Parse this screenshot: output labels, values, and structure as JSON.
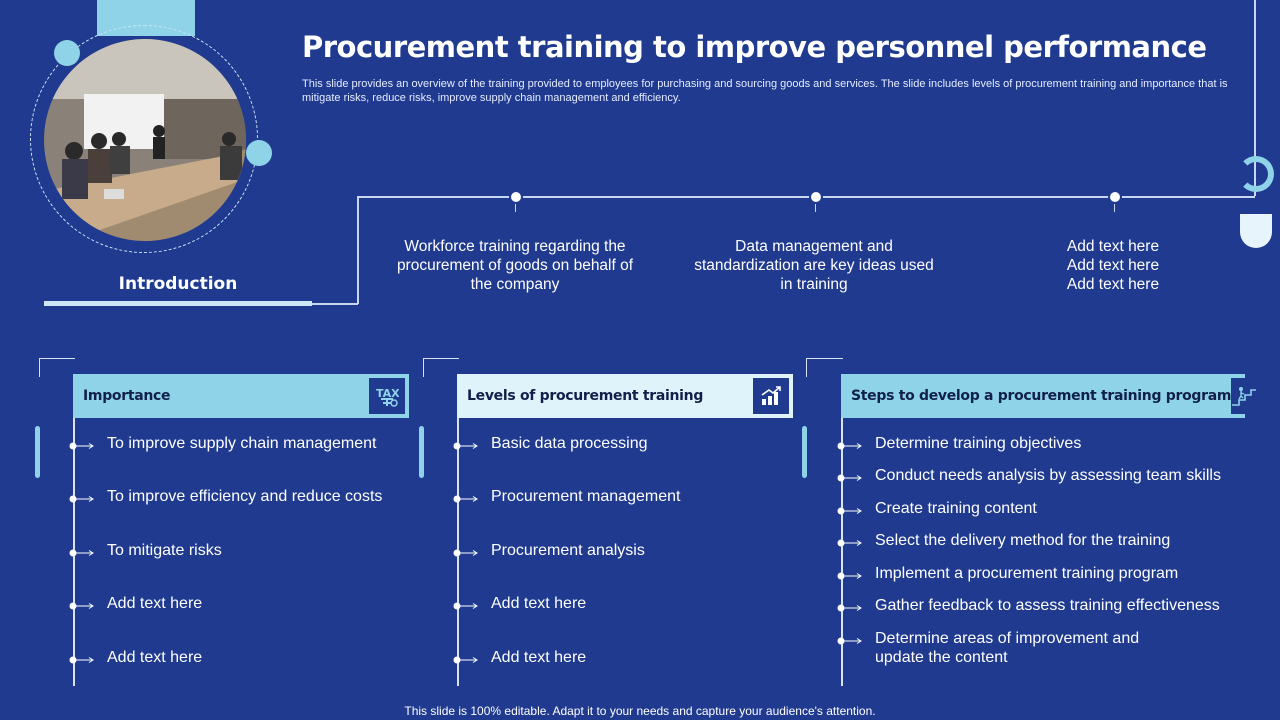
{
  "title": "Procurement training to improve personnel performance",
  "subtitle": "This slide provides an overview of the training provided to  employees for purchasing and sourcing goods and services. The slide includes levels of procurement training and importance that is mitigate risks, reduce risks, improve supply chain management and efficiency.",
  "introduction": {
    "label": "Introduction"
  },
  "timeline": [
    {
      "text": "Workforce training regarding the procurement of goods on behalf of the company"
    },
    {
      "text": "Data management and standardization are key ideas used in training"
    },
    {
      "text": "Add text here\nAdd text here\nAdd text here"
    }
  ],
  "columns": [
    {
      "header": "Importance",
      "icon": "tax-icon",
      "header_color": "#8fd3e8",
      "items": [
        "To improve supply chain management",
        "To improve efficiency and reduce costs",
        "To mitigate risks",
        "Add text here",
        "Add text here"
      ]
    },
    {
      "header": "Levels of procurement training",
      "icon": "growth-chart-icon",
      "header_color": "#dff3fb",
      "items": [
        "Basic data processing",
        "Procurement management",
        "Procurement analysis",
        "Add text here",
        "Add text here"
      ]
    },
    {
      "header": "Steps to develop a procurement training program",
      "icon": "stairs-climb-icon",
      "header_color": "#8fd3e8",
      "items": [
        "Determine training objectives",
        "Conduct needs analysis by assessing team skills",
        "Create training content",
        "Select the delivery method for the training",
        "Implement  a procurement training program",
        "Gather feedback to assess training effectiveness",
        "Determine areas of improvement and\nupdate the content"
      ]
    }
  ],
  "footer": "This slide is 100% editable. Adapt it to your needs and capture your audience's attention.",
  "colors": {
    "background": "#1f3a8f",
    "accent": "#8fd3e8",
    "accent_light": "#dff3fb"
  }
}
